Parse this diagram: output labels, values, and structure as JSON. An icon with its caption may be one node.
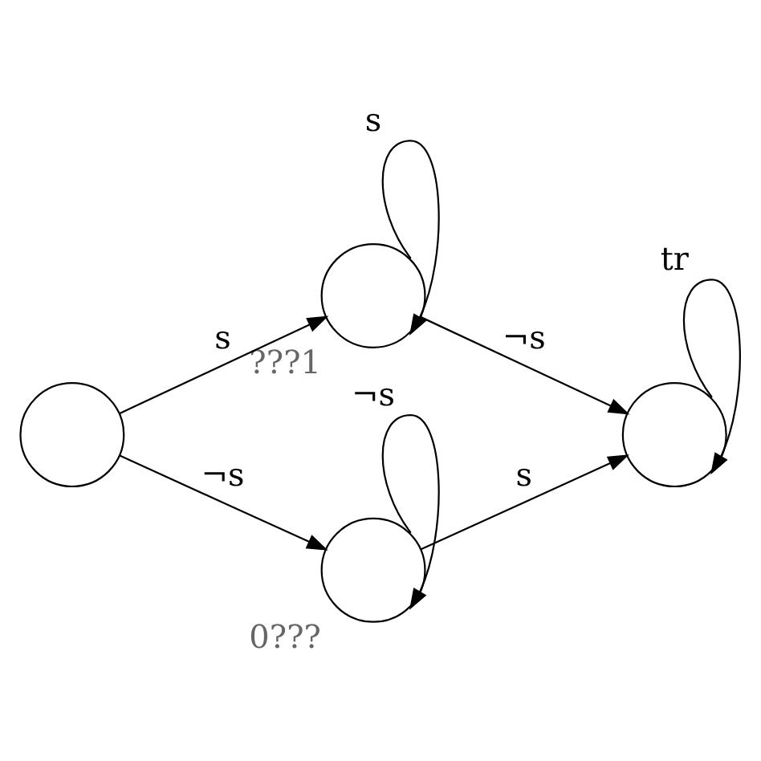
{
  "diagram": {
    "nodes": [
      {
        "text": [],
        "shape": "circle"
      },
      {
        "text": [],
        "shape": "circle",
        "beside": [
          "???1"
        ]
      },
      {
        "text": [],
        "shape": "circle",
        "beside": [
          "0???"
        ]
      },
      {
        "text": [],
        "shape": "circle"
      }
    ],
    "edges": [
      {
        "from": 0,
        "to": 1,
        "arrow": "to",
        "label": "s"
      },
      {
        "from": 0,
        "to": 2,
        "arrow": "to",
        "label": "¬s"
      },
      {
        "from": 1,
        "to": 1,
        "arrow": "to",
        "label": "s"
      },
      {
        "from": 1,
        "to": 3,
        "arrow": "to",
        "label": "¬s"
      },
      {
        "from": 2,
        "to": 2,
        "arrow": "to",
        "label": "¬s"
      },
      {
        "from": 2,
        "to": 3,
        "arrow": "to",
        "label": "s"
      },
      {
        "from": 3,
        "to": 3,
        "arrow": "to",
        "label": "tr"
      }
    ]
  }
}
